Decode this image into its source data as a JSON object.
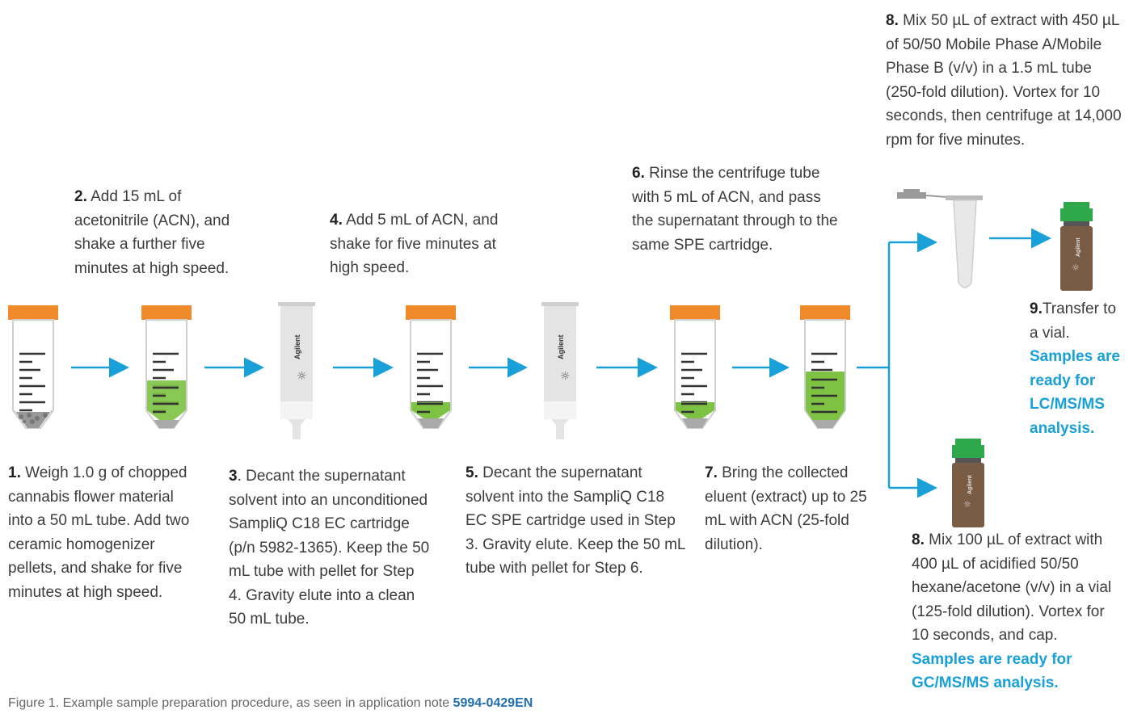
{
  "steps": {
    "s1": {
      "num": "1.",
      "text": " Weigh 1.0 g of chopped cannabis flower material into a 50 mL tube. Add two ceramic homogenizer pellets, and shake for five minutes at high speed."
    },
    "s2": {
      "num": "2.",
      "text": " Add 15 mL of acetonitrile (ACN), and shake a further five minutes at high speed."
    },
    "s3": {
      "num": "3",
      "text": ". Decant the supernatant solvent into an unconditioned SampliQ C18 EC cartridge (p/n 5982-1365). Keep the 50 mL tube with pellet for Step 4. Gravity elute into a clean 50 mL tube."
    },
    "s4": {
      "num": "4.",
      "text": " Add 5 mL of ACN, and shake for five minutes at high speed."
    },
    "s5": {
      "num": "5.",
      "text": " Decant the supernatant solvent into the SampliQ C18 EC SPE cartridge used in Step 3. Gravity elute. Keep the 50 mL tube with pellet for Step 6."
    },
    "s6": {
      "num": "6.",
      "text": " Rinse the centrifuge tube with 5 mL of ACN, and pass the supernatant through to the same SPE cartridge."
    },
    "s7": {
      "num": "7.",
      "text": " Bring the collected eluent (extract) up to 25 mL with ACN (25-fold dilution)."
    },
    "s8a": {
      "num": "8.",
      "text": " Mix 50 µL of extract with 450 µL of 50/50 Mobile Phase A/Mobile Phase B (v/v) in a 1.5 mL tube (250-fold dilution). Vortex for 10 seconds, then centrifuge at 14,000 rpm for five minutes."
    },
    "s8b": {
      "num": "8.",
      "text": " Mix 100 µL of extract with 400 µL of acidified 50/50 hexane/acetone (v/v) in a vial (125-fold dilution). Vortex for 10 seconds, and cap.",
      "highlight": "Samples are ready for GC/MS/MS analysis."
    },
    "s9": {
      "num": "9.",
      "text": "Transfer to a vial.",
      "highlight": "Samples are ready for LC/MS/MS analysis."
    }
  },
  "labels": {
    "brand": "Agilent"
  },
  "caption": {
    "text": "Figure 1. Example sample preparation procedure, as seen in application note ",
    "link": "5994-0429EN"
  },
  "colors": {
    "arrow": "#1aa0d8",
    "cap": "#f08a2a",
    "liquid": "#7dc242",
    "vial_cap": "#2ea84a",
    "vial_body": "#7a5c45",
    "highlight": "#1aa0d8"
  }
}
